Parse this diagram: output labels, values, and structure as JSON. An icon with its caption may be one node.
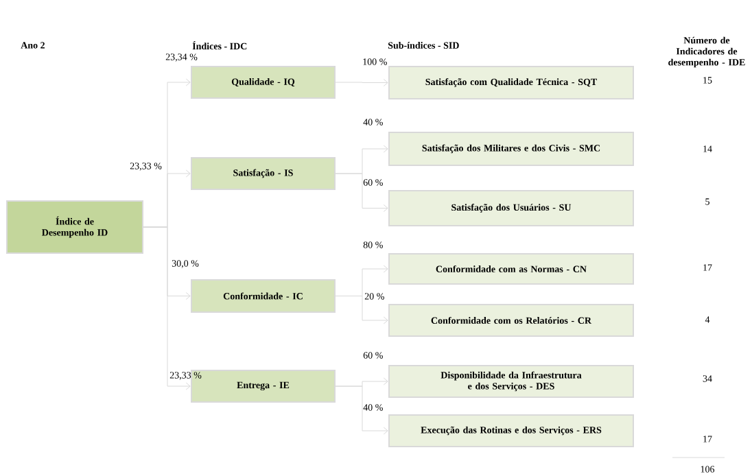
{
  "diagram": {
    "nodes": [
      {
        "text": [
          "Índice de Desempenho ID"
        ]
      },
      {
        "text": [
          "Qualidade - IQ"
        ]
      },
      {
        "text": [
          "Satisfação - IS"
        ]
      },
      {
        "text": [
          "Conformidade - IC"
        ]
      },
      {
        "text": [
          "Entrega - IE"
        ]
      },
      {
        "text": [
          "Satisfação com Qualidade Técnica - SQT"
        ]
      },
      {
        "text": [
          "Satisfação dos Militares e dos Civis - SMC"
        ]
      },
      {
        "text": [
          "Satisfação dos Usuários - SU"
        ]
      },
      {
        "text": [
          "Conformidade com as Normas - CN"
        ]
      },
      {
        "text": [
          "Conformidade com os Relatórios - CR"
        ]
      },
      {
        "text": [
          "Disponibilidade da Infraestrutura e dos Serviços - DES"
        ]
      },
      {
        "text": [
          "Execução das Rotinas e dos Serviços - ERS"
        ]
      }
    ],
    "edges": [
      {
        "from": 0,
        "to": 1,
        "arrow": "to",
        "label": "23,34 %"
      },
      {
        "from": 0,
        "to": 2,
        "arrow": "to",
        "label": "23,33 %"
      },
      {
        "from": 0,
        "to": 3,
        "arrow": "to",
        "label": "30,0 %"
      },
      {
        "from": 0,
        "to": 4,
        "arrow": "to",
        "label": "23,33 %"
      },
      {
        "from": 1,
        "to": 5,
        "arrow": "to",
        "label": "100 %"
      },
      {
        "from": 2,
        "to": 6,
        "arrow": "to",
        "label": "40 %"
      },
      {
        "from": 2,
        "to": 7,
        "arrow": "to",
        "label": "60 %"
      },
      {
        "from": 3,
        "to": 8,
        "arrow": "to",
        "label": "80 %"
      },
      {
        "from": 3,
        "to": 9,
        "arrow": "to",
        "label": "20 %"
      },
      {
        "from": 4,
        "to": 10,
        "arrow": "to",
        "label": "60 %"
      },
      {
        "from": 4,
        "to": 11,
        "arrow": "to",
        "label": "40 %"
      }
    ],
    "labels": [
      "Ano 2",
      "Índices - IDC",
      "Sub-índices - SID",
      "Número de Indicadores de desempenho - IDE",
      "15",
      "14",
      "5",
      "17",
      "4",
      "34",
      "17",
      "106"
    ]
  }
}
